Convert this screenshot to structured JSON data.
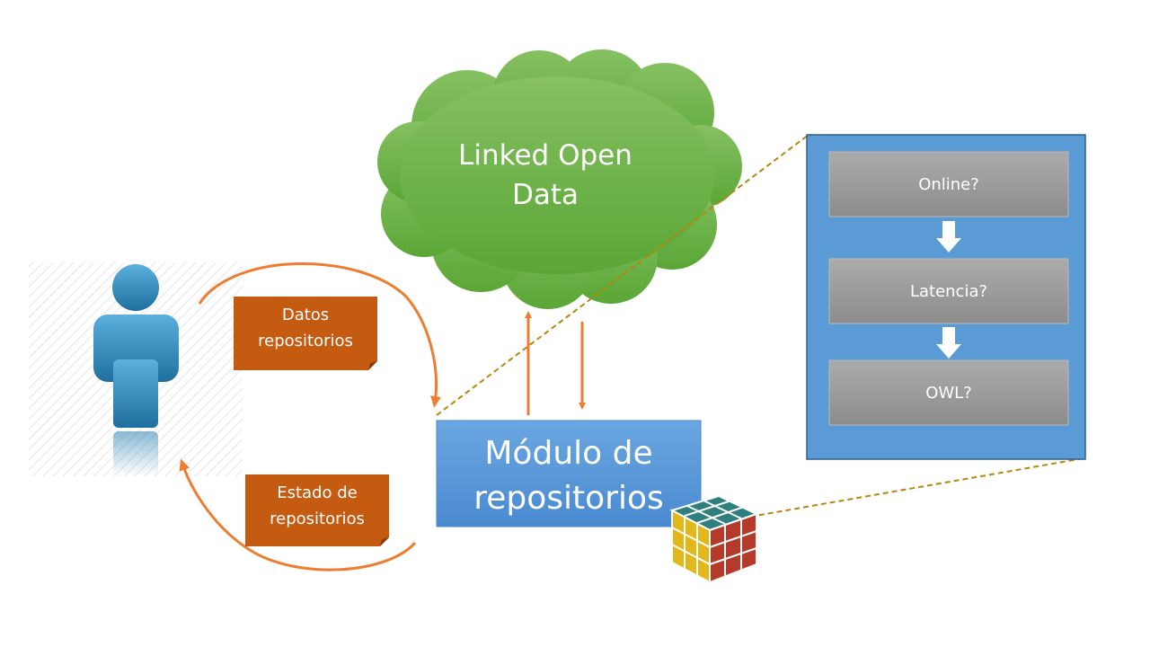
{
  "cloud": {
    "line1": "Linked Open",
    "line2": "Data"
  },
  "module": {
    "line1": "Módulo de",
    "line2": "repositorios"
  },
  "notes": {
    "datos": {
      "line1": "Datos",
      "line2": "repositorios"
    },
    "estado": {
      "line1": "Estado de",
      "line2": "repositorios"
    }
  },
  "detail_panel": {
    "steps": [
      "Online?",
      "Latencia?",
      "OWL?"
    ]
  },
  "colors": {
    "cloud_green": "#6db543",
    "module_blue": "#5595d8",
    "panel_blue": "#5b9bd5",
    "note_orange": "#c55a11",
    "arrow_orange": "#ed7d31",
    "step_gray": "#9a9a9a",
    "person_blue": "#3a8fc0",
    "dashed_line": "#b8860b"
  },
  "icons": [
    "person-icon",
    "rubiks-cube-icon"
  ]
}
